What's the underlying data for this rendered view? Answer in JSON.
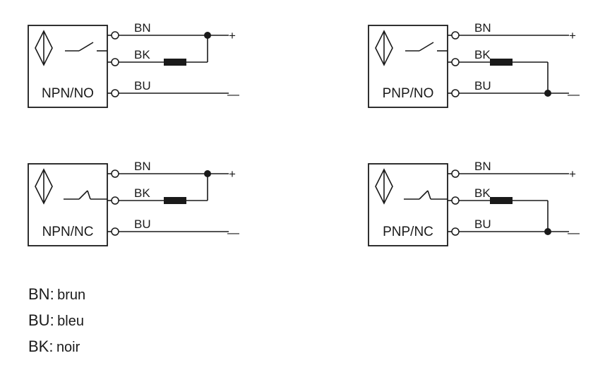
{
  "diagrams": [
    {
      "type_label": "NPN/NO",
      "wires": [
        "BN",
        "BK",
        "BU"
      ],
      "signs": [
        "+",
        "—"
      ],
      "switch": "no",
      "load": "npn"
    },
    {
      "type_label": "PNP/NO",
      "wires": [
        "BN",
        "BK",
        "BU"
      ],
      "signs": [
        "+",
        "—"
      ],
      "switch": "no",
      "load": "pnp"
    },
    {
      "type_label": "NPN/NC",
      "wires": [
        "BN",
        "BK",
        "BU"
      ],
      "signs": [
        "+",
        "—"
      ],
      "switch": "nc",
      "load": "npn"
    },
    {
      "type_label": "PNP/NC",
      "wires": [
        "BN",
        "BK",
        "BU"
      ],
      "signs": [
        "+",
        "—"
      ],
      "switch": "nc",
      "load": "pnp"
    }
  ],
  "legend": [
    {
      "code": "BN",
      "sep": ":",
      "desc": "brun"
    },
    {
      "code": "BU",
      "sep": ":",
      "desc": "bleu"
    },
    {
      "code": "BK",
      "sep": ":",
      "desc": "noir"
    }
  ]
}
